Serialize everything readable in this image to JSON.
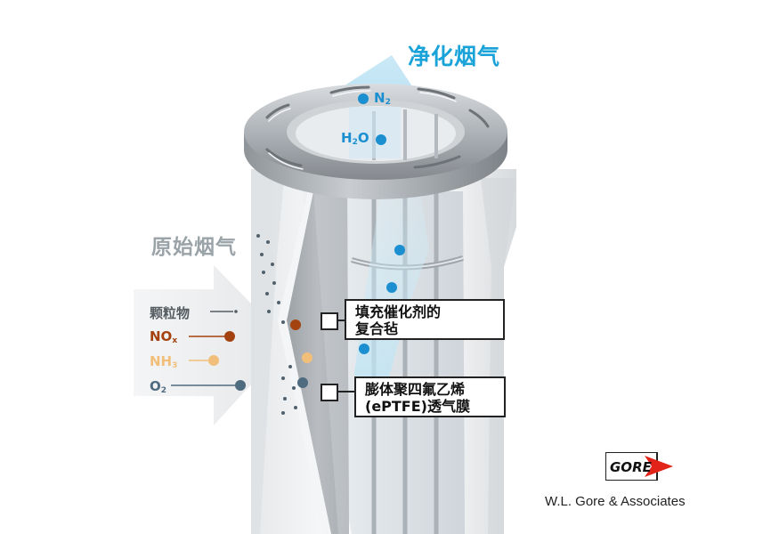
{
  "title_clean": "净化烟气",
  "title_raw": "原始烟气",
  "outlet_gases": [
    {
      "base": "N",
      "sub": "2"
    },
    {
      "base": "H",
      "sub": "2",
      "suffix": "O"
    }
  ],
  "inlet_gases": [
    {
      "label": "颗粒物"
    },
    {
      "base": "NO",
      "sub": "x"
    },
    {
      "base": "NH",
      "sub": "3"
    },
    {
      "base": "O",
      "sub": "2"
    }
  ],
  "callouts": [
    {
      "lines": [
        "填充催化剂的",
        "复合毡"
      ]
    },
    {
      "lines": [
        "膨体聚四氟乙烯",
        "(ePTFE)透气膜"
      ]
    }
  ],
  "logo": {
    "text": "GORE"
  },
  "company": "W.L. Gore & Associates",
  "colors": {
    "clean_title": "#1aa3d8",
    "raw_title": "#9aa3a8",
    "particulate": "#555c62",
    "nox": "#a4420f",
    "nh3": "#f1bf7a",
    "o2": "#4f6b80",
    "logo_red": "#e2231a"
  }
}
